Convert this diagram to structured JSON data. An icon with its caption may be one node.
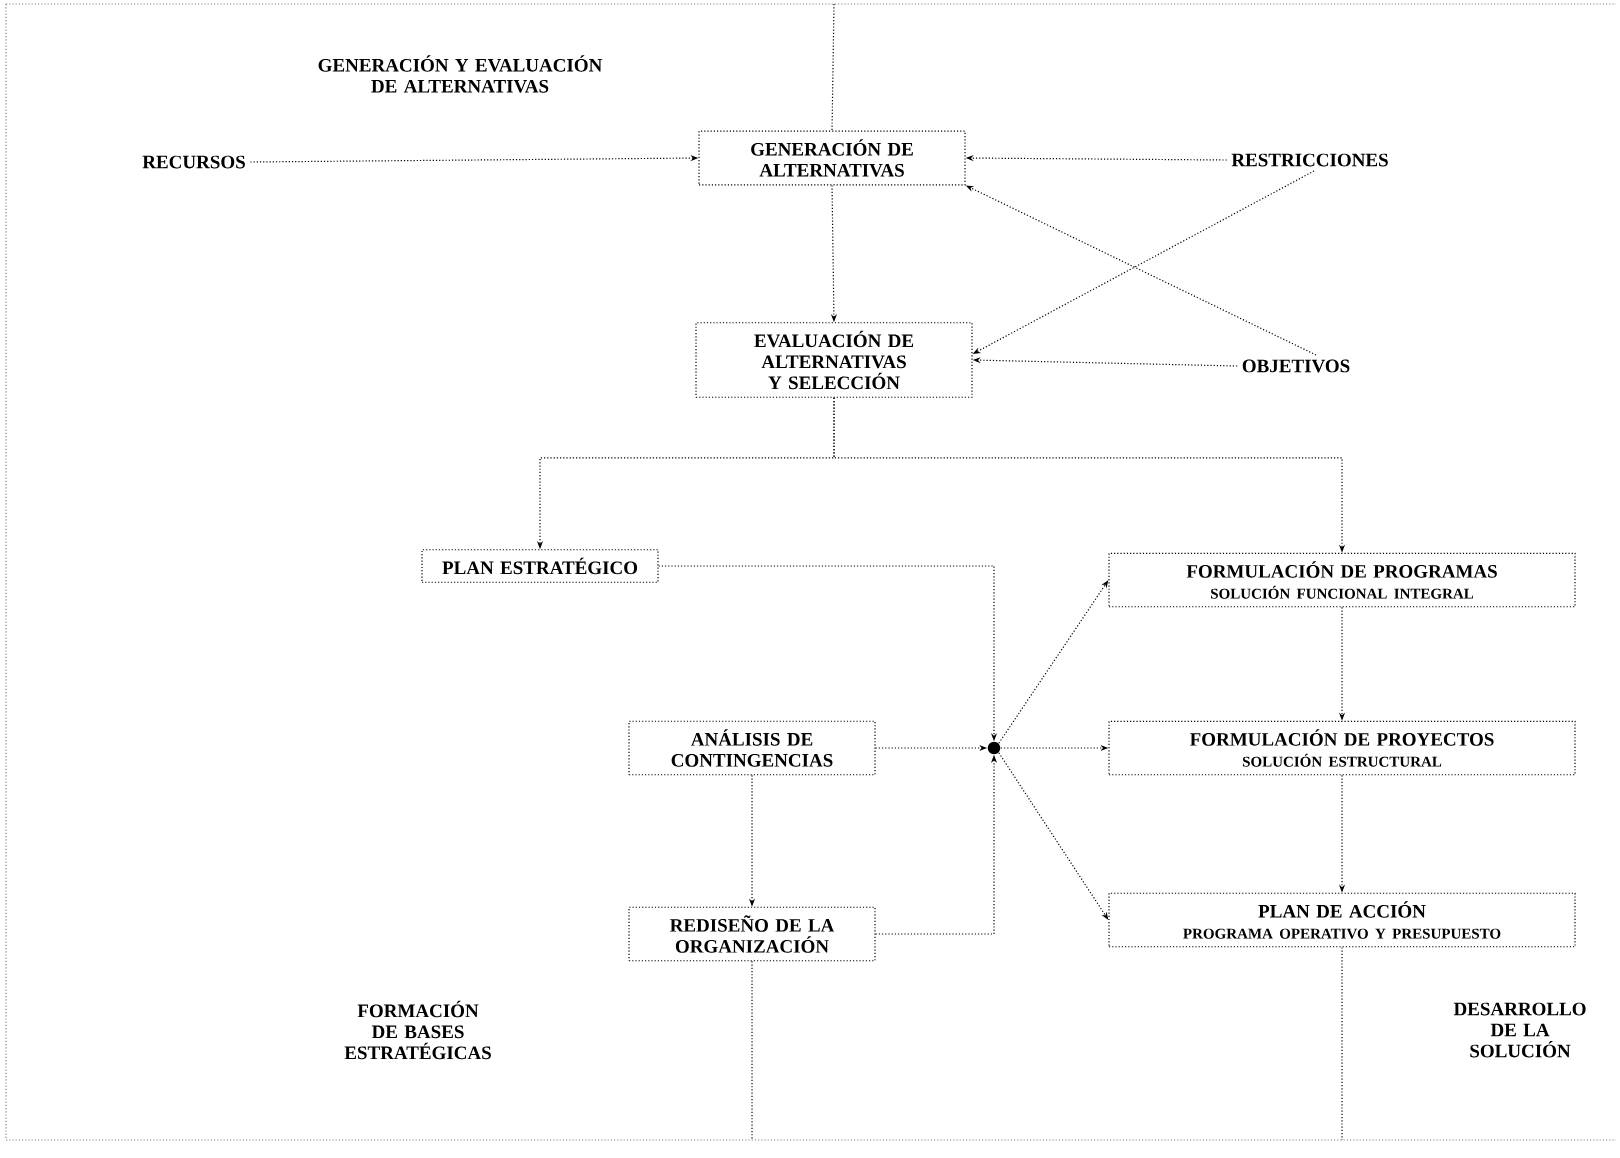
{
  "diagram": {
    "nodes": [
      {
        "text": [
          "GENERACIÓN DE ALTERNATIVAS"
        ]
      },
      {
        "text": [
          "RECURSOS"
        ]
      },
      {
        "text": [
          "RESTRICCIONES"
        ]
      },
      {
        "text": [
          "EVALUACIÓN DE ALTERNATIVAS Y SELECCIÓN"
        ]
      },
      {
        "text": [
          "OBJETIVOS"
        ]
      },
      {
        "text": [
          "PLAN ESTRATÉGICO"
        ]
      },
      {
        "text": [
          "FORMULACIÓN DE PROGRAMAS",
          "SOLUCIÓN FUNCIONAL INTEGRAL"
        ]
      },
      {
        "text": [
          "ANÁLISIS DE CONTINGENCIAS"
        ]
      },
      {
        "text": [],
        "shape": "circle"
      },
      {
        "text": [
          "FORMULACIÓN DE PROYECTOS",
          "SOLUCIÓN ESTRUCTURAL"
        ]
      },
      {
        "text": [
          "REDISEÑO DE LA ORGANIZACIÓN"
        ]
      },
      {
        "text": [
          "PLAN DE ACCIÓN",
          "PROGRAMA OPERATIVO Y PRESUPUESTO"
        ]
      }
    ],
    "edges": [
      {
        "from": null,
        "to": 0,
        "arrow": "none"
      },
      {
        "from": 1,
        "to": 0,
        "arrow": "to"
      },
      {
        "from": 2,
        "to": 0,
        "arrow": "to"
      },
      {
        "from": 0,
        "to": 3,
        "arrow": "to"
      },
      {
        "from": 4,
        "to": 3,
        "arrow": "to"
      },
      {
        "from": 4,
        "to": 0,
        "arrow": "to"
      },
      {
        "from": 2,
        "to": 3,
        "arrow": "to"
      },
      {
        "from": 3,
        "to": 5,
        "arrow": "to"
      },
      {
        "from": 3,
        "to": 6,
        "arrow": "to"
      },
      {
        "from": 5,
        "to": 8,
        "arrow": "to"
      },
      {
        "from": 7,
        "to": 8,
        "arrow": "to"
      },
      {
        "from": 10,
        "to": 8,
        "arrow": "to"
      },
      {
        "from": 8,
        "to": 6,
        "arrow": "to"
      },
      {
        "from": 8,
        "to": 9,
        "arrow": "to"
      },
      {
        "from": 8,
        "to": 11,
        "arrow": "to"
      },
      {
        "from": 6,
        "to": 9,
        "arrow": "to"
      },
      {
        "from": 9,
        "to": 11,
        "arrow": "to"
      },
      {
        "from": 7,
        "to": 10,
        "arrow": "to"
      },
      {
        "from": 10,
        "to": null,
        "arrow": "none"
      },
      {
        "from": 11,
        "to": null,
        "arrow": "none"
      }
    ],
    "labels": [
      "GENERACIÓN Y EVALUACIÓN DE ALTERNATIVAS",
      "FORMACIÓN DE BASES ESTRATÉGICAS",
      "DESARROLLO DE LA SOLUCIÓN"
    ]
  }
}
